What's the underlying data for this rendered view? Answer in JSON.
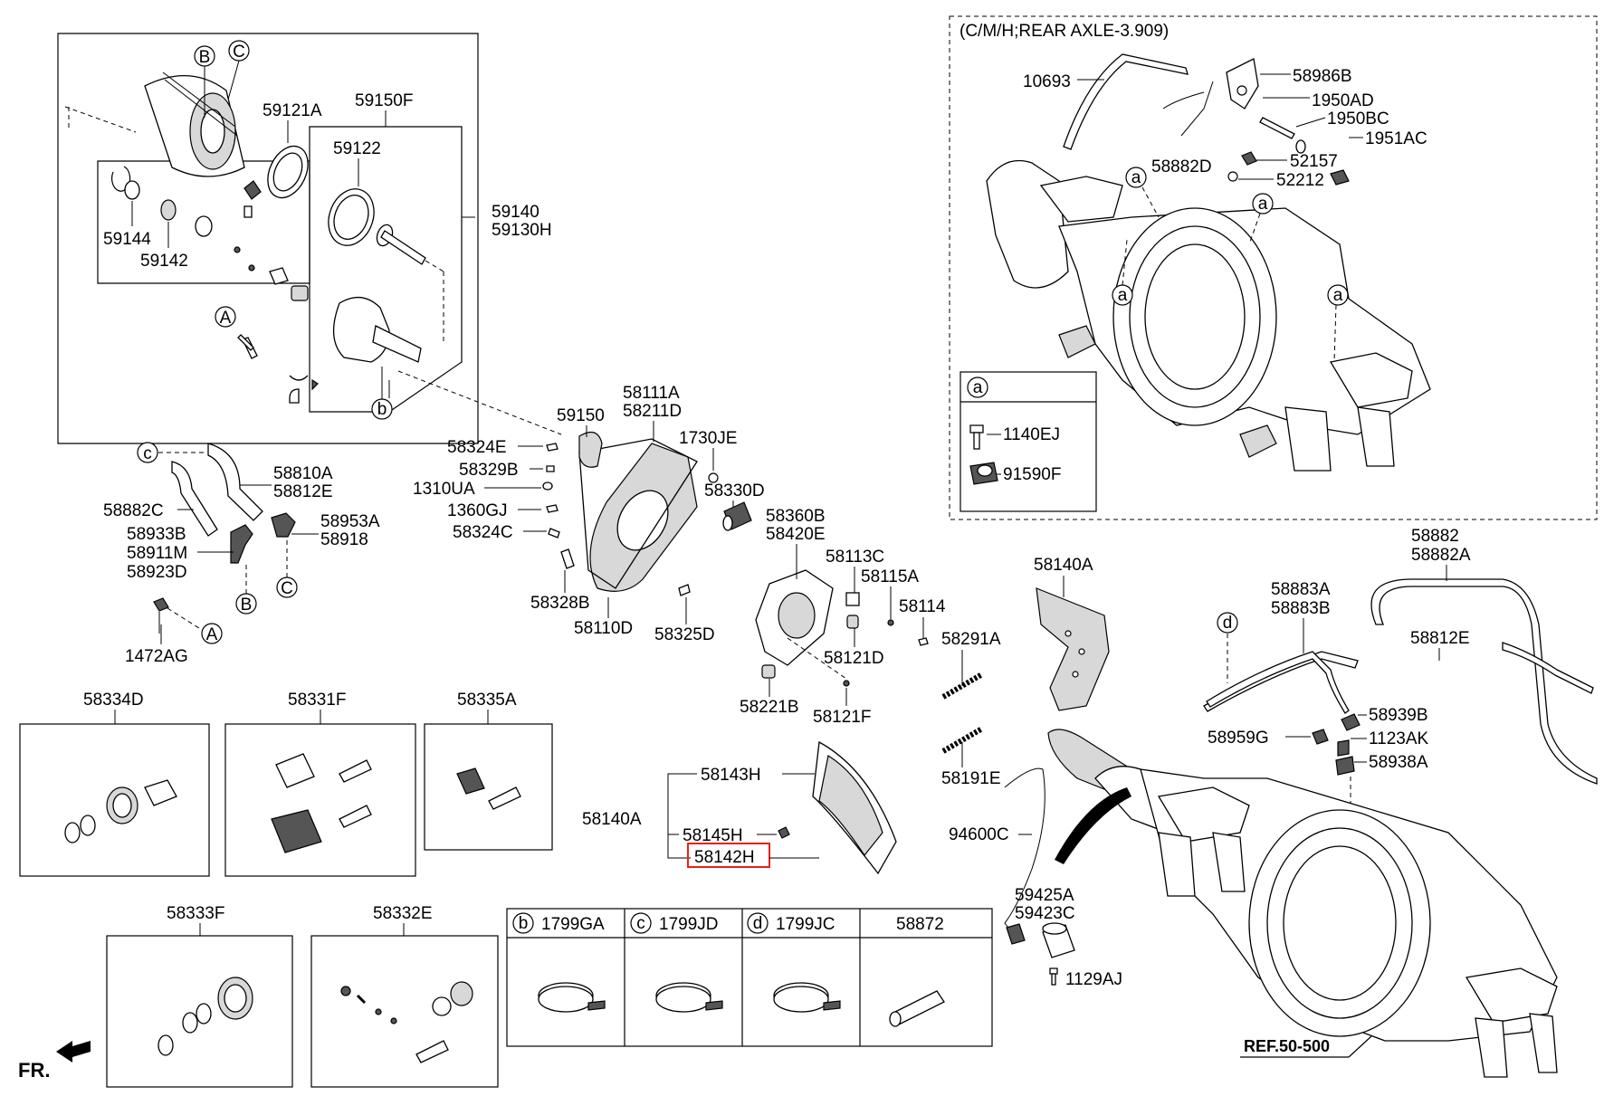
{
  "title_note": "(C/M/H;REAR AXLE-3.909)",
  "orientation_label": "FR.",
  "reference_label": "REF.50-500",
  "highlighted_part": "58142H",
  "highlight_color": "#e8201e",
  "callouts": {
    "A": "A",
    "B": "B",
    "C": "C",
    "a": "a",
    "b": "b",
    "c": "c",
    "d": "d"
  },
  "parts": {
    "p59121A": "59121A",
    "p59150F": "59150F",
    "p59122": "59122",
    "p59140": "59140",
    "p59130H": "59130H",
    "p59144": "59144",
    "p59142": "59142",
    "p58810A": "58810A",
    "p58812E_left": "58812E",
    "p58882C": "58882C",
    "p58933B": "58933B",
    "p58911M": "58911M",
    "p58923D": "58923D",
    "p58953A": "58953A",
    "p58918": "58918",
    "p1472AG": "1472AG",
    "p58111A": "58111A",
    "p58211D": "58211D",
    "p59150": "59150",
    "p58324E": "58324E",
    "p58329B": "58329B",
    "p1310UA": "1310UA",
    "p1360GJ": "1360GJ",
    "p58324C": "58324C",
    "p58328B": "58328B",
    "p58110D": "58110D",
    "p1730JE": "1730JE",
    "p58330D": "58330D",
    "p58325D": "58325D",
    "p58360B": "58360B",
    "p58420E": "58420E",
    "p58113C": "58113C",
    "p58115A": "58115A",
    "p58114": "58114",
    "p58121D": "58121D",
    "p58221B": "58221B",
    "p58121F": "58121F",
    "p58140A_top": "58140A",
    "p58291A": "58291A",
    "p58191E": "58191E",
    "p58143H": "58143H",
    "p58140A": "58140A",
    "p58145H": "58145H",
    "p58142H": "58142H",
    "p94600C": "94600C",
    "p59425A": "59425A",
    "p59423C": "59423C",
    "p1129AJ": "1129AJ",
    "p10693": "10693",
    "p58986B": "58986B",
    "p1950AD": "1950AD",
    "p1950BC": "1950BC",
    "p1951AC": "1951AC",
    "p58882D": "58882D",
    "p52157": "52157",
    "p52212": "52212",
    "p1140EJ": "1140EJ",
    "p91590F": "91590F",
    "p58882": "58882",
    "p58882A": "58882A",
    "p58883A": "58883A",
    "p58883B": "58883B",
    "p58812E_right": "58812E",
    "p58939B": "58939B",
    "p58959G": "58959G",
    "p1123AK": "1123AK",
    "p58938A": "58938A",
    "p58334D": "58334D",
    "p58331F": "58331F",
    "p58335A": "58335A",
    "p58333F": "58333F",
    "p58332E": "58332E"
  },
  "clamp_table": [
    {
      "callout": "b",
      "part": "1799GA"
    },
    {
      "callout": "c",
      "part": "1799JD"
    },
    {
      "callout": "d",
      "part": "1799JC"
    },
    {
      "callout": "",
      "part": "58872"
    }
  ]
}
